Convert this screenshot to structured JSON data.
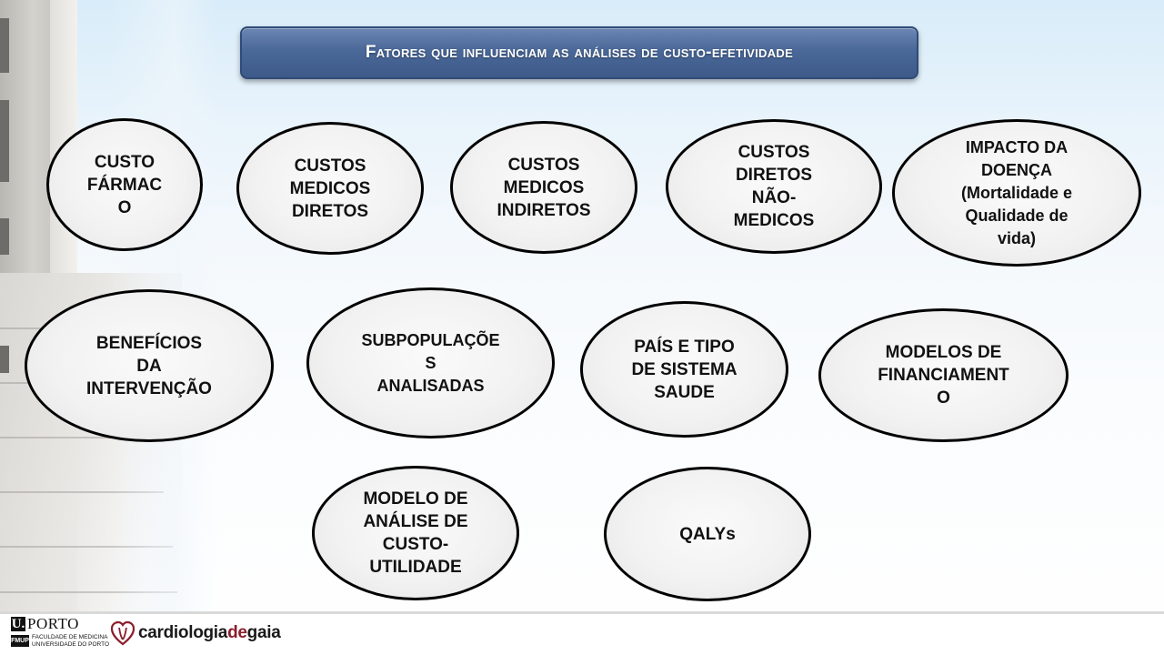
{
  "slide": {
    "title": "Fatores que influenciam as análises de custo-efetividade"
  },
  "diagram": {
    "nodes": [
      {
        "id": "custo-farmaco",
        "label": "CUSTO\nFÁRMAC\nO"
      },
      {
        "id": "custos-medicos-diretos",
        "label": "CUSTOS\nMEDICOS\nDIRETOS"
      },
      {
        "id": "custos-medicos-indiretos",
        "label": "CUSTOS\nMEDICOS\nINDIRETOS"
      },
      {
        "id": "custos-diretos-nao-medicos",
        "label": "CUSTOS\nDIRETOS\nNÃO-\nMEDICOS"
      },
      {
        "id": "impacto-da-doenca",
        "label": "IMPACTO DA\nDOENÇA\n(Mortalidade e\nQualidade de\nvida)"
      },
      {
        "id": "beneficios-da-intervencao",
        "label": "BENEFÍCIOS\nDA\nINTERVENÇÃO"
      },
      {
        "id": "subpopulacoes-analisadas",
        "label": "SUBPOPULAÇÕE\nS\nANALISADAS"
      },
      {
        "id": "pais-e-tipo-de-sistema-saude",
        "label": "PAÍS E TIPO\nDE SISTEMA\nSAUDE"
      },
      {
        "id": "modelos-de-financiamento",
        "label": "MODELOS DE\nFINANCIAMENT\nO"
      },
      {
        "id": "modelo-de-analise-de-custo-utilidade",
        "label": "MODELO DE\nANÁLISE DE\nCUSTO-\nUTILIDADE"
      },
      {
        "id": "qalys",
        "label": "QALYs"
      }
    ]
  },
  "footer": {
    "uporto_mark": "U.",
    "uporto_name": "PORTO",
    "fmup_abbr": "FMUP",
    "fmup_line1": "FACULDADE DE MEDICINA",
    "fmup_line2": "UNIVERSIDADE DO PORTO",
    "cdg_part1": "cardiologia",
    "cdg_part2": "de",
    "cdg_part3": "gaia"
  },
  "colors": {
    "title_bar": "#4a6898",
    "oval_border": "#000000",
    "cdg_accent": "#8b1e2b"
  }
}
